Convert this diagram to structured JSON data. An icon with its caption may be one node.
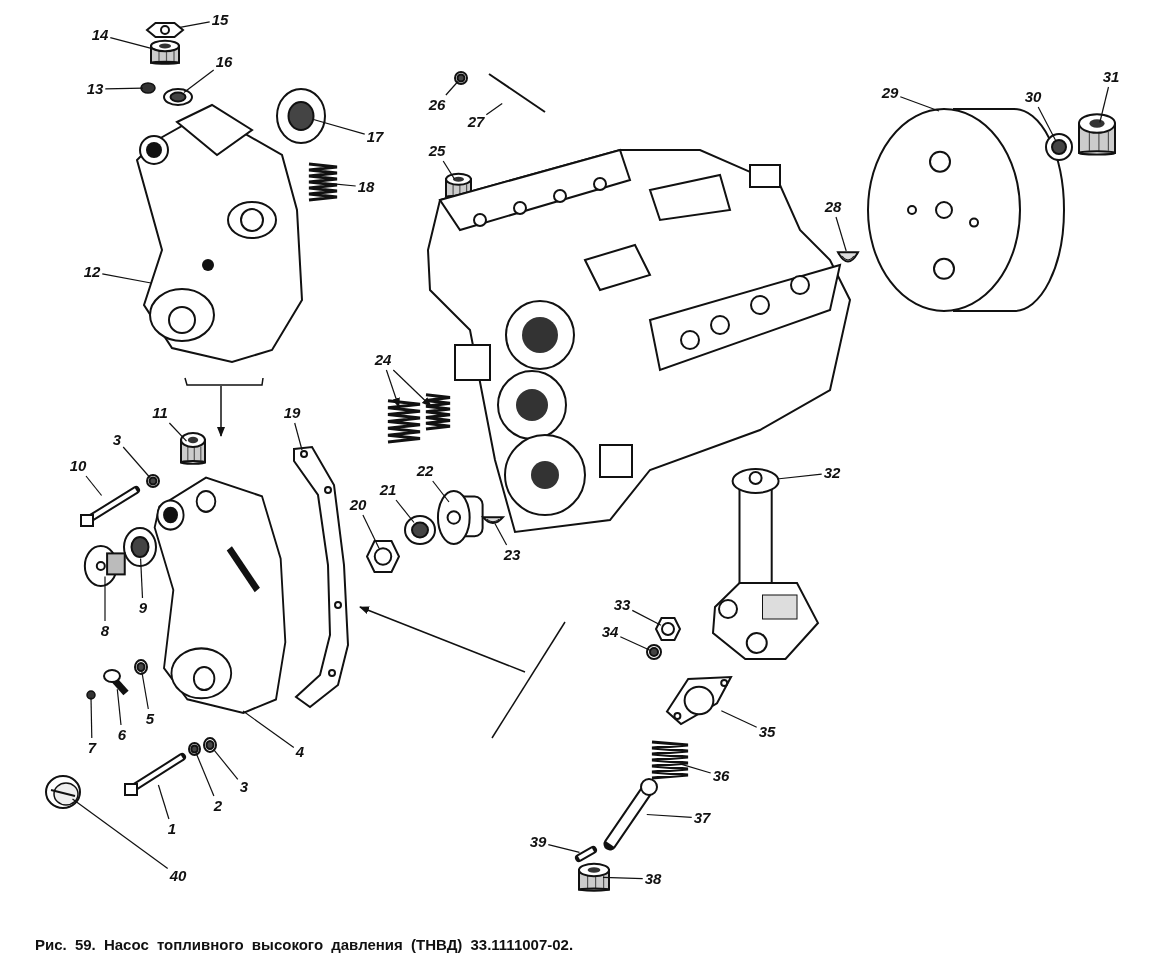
{
  "diagram": {
    "caption": "Рис. 59. Насос топливного высокого давления (ТНВД) 33.1111007-02.",
    "nodes": [
      {
        "text": [
          "14"
        ]
      },
      {
        "text": [],
        "shape": "picture"
      },
      {
        "text": [
          "15"
        ]
      },
      {
        "text": [],
        "shape": "picture"
      },
      {
        "text": [
          "13"
        ]
      },
      {
        "text": [],
        "shape": "circle"
      },
      {
        "text": [
          "16"
        ]
      },
      {
        "text": [],
        "shape": "picture"
      },
      {
        "text": [
          "17"
        ]
      },
      {
        "text": [],
        "shape": "picture"
      },
      {
        "text": [
          "18"
        ]
      },
      {
        "text": [],
        "shape": "picture"
      },
      {
        "text": [
          "12"
        ]
      },
      {
        "text": [],
        "shape": "picture"
      },
      {
        "text": [
          "11"
        ]
      },
      {
        "text": [],
        "shape": "picture"
      },
      {
        "text": [
          "19"
        ]
      },
      {
        "text": [],
        "shape": "picture"
      },
      {
        "text": [
          "3"
        ]
      },
      {
        "text": [],
        "shape": "picture"
      },
      {
        "text": [
          "10"
        ]
      },
      {
        "text": [],
        "shape": "picture"
      },
      {
        "text": [
          "9"
        ]
      },
      {
        "text": [],
        "shape": "picture"
      },
      {
        "text": [
          "8"
        ]
      },
      {
        "text": [],
        "shape": "picture"
      },
      {
        "text": [
          "5"
        ]
      },
      {
        "text": [],
        "shape": "picture"
      },
      {
        "text": [
          "6"
        ]
      },
      {
        "text": [],
        "shape": "picture"
      },
      {
        "text": [
          "7"
        ]
      },
      {
        "text": [],
        "shape": "circle"
      },
      {
        "text": [
          "4"
        ]
      },
      {
        "text": [],
        "shape": "picture"
      },
      {
        "text": [
          "3"
        ]
      },
      {
        "text": [],
        "shape": "picture"
      },
      {
        "text": [
          "2"
        ]
      },
      {
        "text": [],
        "shape": "picture"
      },
      {
        "text": [
          "1"
        ]
      },
      {
        "text": [],
        "shape": "picture"
      },
      {
        "text": [
          "40"
        ]
      },
      {
        "text": [],
        "shape": "picture"
      },
      {
        "text": [
          "26"
        ]
      },
      {
        "text": [],
        "shape": "picture"
      },
      {
        "text": [
          "27"
        ]
      },
      {
        "text": [],
        "shape": "picture"
      },
      {
        "text": [
          "25"
        ]
      },
      {
        "text": [],
        "shape": "picture"
      },
      {
        "text": [
          "24"
        ]
      },
      {
        "text": [],
        "shape": "picture"
      },
      {
        "text": [],
        "shape": "picture"
      },
      {
        "text": [
          "22"
        ]
      },
      {
        "text": [],
        "shape": "picture"
      },
      {
        "text": [
          "21"
        ]
      },
      {
        "text": [],
        "shape": "picture"
      },
      {
        "text": [
          "20"
        ]
      },
      {
        "text": [],
        "shape": "picture"
      },
      {
        "text": [
          "23"
        ]
      },
      {
        "text": [],
        "shape": "picture"
      },
      {
        "text": [
          "28"
        ]
      },
      {
        "text": [],
        "shape": "picture"
      },
      {
        "text": [
          "29"
        ]
      },
      {
        "text": [],
        "shape": "picture"
      },
      {
        "text": [
          "30"
        ]
      },
      {
        "text": [],
        "shape": "picture"
      },
      {
        "text": [
          "31"
        ]
      },
      {
        "text": [],
        "shape": "picture"
      },
      {
        "text": [
          "32"
        ]
      },
      {
        "text": [],
        "shape": "picture"
      },
      {
        "text": [
          "33"
        ]
      },
      {
        "text": [],
        "shape": "picture"
      },
      {
        "text": [
          "34"
        ]
      },
      {
        "text": [],
        "shape": "picture"
      },
      {
        "text": [
          "35"
        ]
      },
      {
        "text": [],
        "shape": "picture"
      },
      {
        "text": [
          "36"
        ]
      },
      {
        "text": [],
        "shape": "picture"
      },
      {
        "text": [
          "37"
        ]
      },
      {
        "text": [],
        "shape": "picture"
      },
      {
        "text": [
          "39"
        ]
      },
      {
        "text": [],
        "shape": "picture"
      },
      {
        "text": [
          "38"
        ]
      },
      {
        "text": [],
        "shape": "picture"
      }
    ],
    "edges": [
      {
        "from": 0,
        "to": 1,
        "arrow": "none"
      },
      {
        "from": 2,
        "to": 3,
        "arrow": "none"
      },
      {
        "from": 4,
        "to": 5,
        "arrow": "none"
      },
      {
        "from": 6,
        "to": 7,
        "arrow": "none"
      },
      {
        "from": 8,
        "to": 9,
        "arrow": "none"
      },
      {
        "from": 10,
        "to": 11,
        "arrow": "none"
      },
      {
        "from": 12,
        "to": 13,
        "arrow": "none"
      },
      {
        "from": 14,
        "to": 15,
        "arrow": "none"
      },
      {
        "from": 16,
        "to": 17,
        "arrow": "none"
      },
      {
        "from": 18,
        "to": 19,
        "arrow": "none"
      },
      {
        "from": 20,
        "to": 21,
        "arrow": "none"
      },
      {
        "from": 22,
        "to": 23,
        "arrow": "none"
      },
      {
        "from": 24,
        "to": 25,
        "arrow": "none"
      },
      {
        "from": 26,
        "to": 27,
        "arrow": "none"
      },
      {
        "from": 28,
        "to": 29,
        "arrow": "none"
      },
      {
        "from": 30,
        "to": 31,
        "arrow": "none"
      },
      {
        "from": 32,
        "to": 33,
        "arrow": "none"
      },
      {
        "from": 34,
        "to": 35,
        "arrow": "none"
      },
      {
        "from": 36,
        "to": 37,
        "arrow": "none"
      },
      {
        "from": 38,
        "to": 39,
        "arrow": "none"
      },
      {
        "from": 40,
        "to": 41,
        "arrow": "none"
      },
      {
        "from": 42,
        "to": 43,
        "arrow": "none"
      },
      {
        "from": 44,
        "to": 45,
        "arrow": "none"
      },
      {
        "from": 46,
        "to": 47,
        "arrow": "none"
      },
      {
        "from": 48,
        "to": 49,
        "arrow": "to"
      },
      {
        "from": 48,
        "to": 50,
        "arrow": "to"
      },
      {
        "from": 51,
        "to": 52,
        "arrow": "none"
      },
      {
        "from": 53,
        "to": 54,
        "arrow": "none"
      },
      {
        "from": 55,
        "to": 56,
        "arrow": "none"
      },
      {
        "from": 57,
        "to": 58,
        "arrow": "none"
      },
      {
        "from": 59,
        "to": 60,
        "arrow": "none"
      },
      {
        "from": 61,
        "to": 62,
        "arrow": "none"
      },
      {
        "from": 63,
        "to": 64,
        "arrow": "none"
      },
      {
        "from": 65,
        "to": 66,
        "arrow": "none"
      },
      {
        "from": 67,
        "to": 68,
        "arrow": "none"
      },
      {
        "from": 69,
        "to": 70,
        "arrow": "none"
      },
      {
        "from": 71,
        "to": 72,
        "arrow": "none"
      },
      {
        "from": 73,
        "to": 74,
        "arrow": "none"
      },
      {
        "from": 75,
        "to": 76,
        "arrow": "none"
      },
      {
        "from": 77,
        "to": 78,
        "arrow": "none"
      },
      {
        "from": 79,
        "to": 80,
        "arrow": "none"
      },
      {
        "from": 81,
        "to": 82,
        "arrow": "none"
      }
    ]
  }
}
